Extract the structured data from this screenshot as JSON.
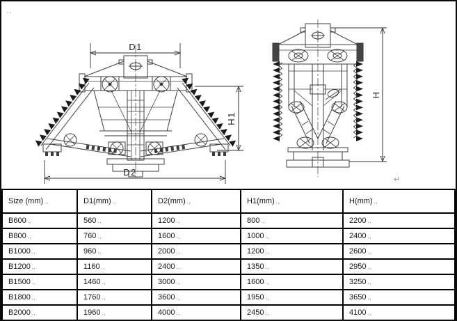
{
  "document": {
    "top_left_mark": ".,",
    "paragraph_mark": "↵"
  },
  "drawing": {
    "front_view": {
      "d1_label": "D1",
      "d2_label": "D2",
      "h1_label": "H1"
    },
    "side_view": {
      "h_label": "H"
    },
    "colors": {
      "line": "#3d3d3d",
      "teeth": "#1a1a1a",
      "accent_red": "#8b2a1e"
    }
  },
  "table": {
    "cell_mark": ".,",
    "headers": [
      "Size (mm)",
      "D1(mm)",
      "D2(mm)",
      "H1(mm)",
      "H(mm)"
    ],
    "rows": [
      [
        "B600",
        "560",
        "1200",
        "800",
        "2200"
      ],
      [
        "B800",
        "760",
        "1600",
        "1000",
        "2400"
      ],
      [
        "B1000",
        "960",
        "2000",
        "1200",
        "2600"
      ],
      [
        "B1200",
        "1160",
        "2400",
        "1350",
        "2950"
      ],
      [
        "B1500",
        "1460",
        "3000",
        "1600",
        "3250"
      ],
      [
        "B1800",
        "1760",
        "3600",
        "1950",
        "3650"
      ],
      [
        "B2000",
        "1960",
        "4000",
        "2450",
        "4100"
      ]
    ]
  }
}
